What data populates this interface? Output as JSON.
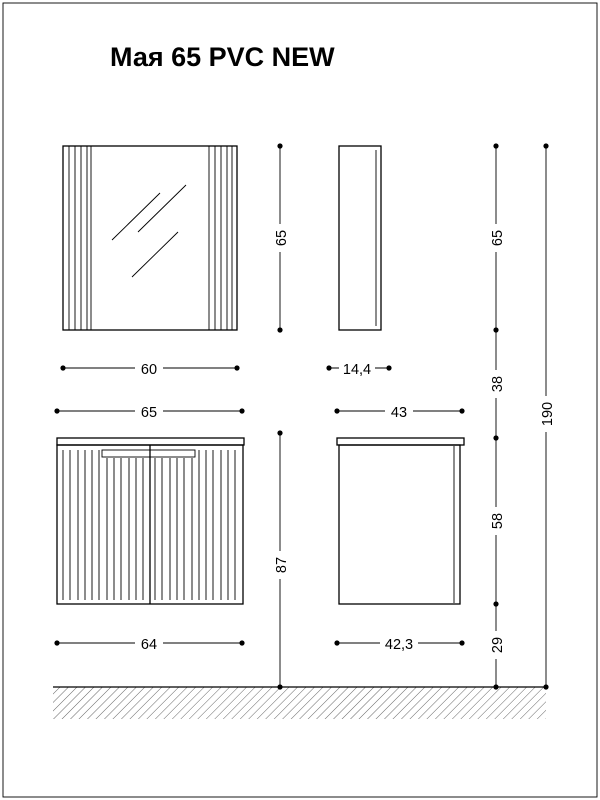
{
  "title": "Мая 65 PVC NEW",
  "dimensions": {
    "mirror_width": "60",
    "mirror_height": "65",
    "mirror_depth": "14,4",
    "vanity_top_width": "65",
    "vanity_body_width": "64",
    "vanity_height": "87",
    "vanity_top_depth": "43",
    "vanity_body_depth": "42,3",
    "mirror_height_right": "65",
    "gap_height": "38",
    "cabinet_height": "58",
    "floor_clearance": "29",
    "total_height": "190"
  },
  "colors": {
    "line": "#000000",
    "background": "#ffffff"
  }
}
